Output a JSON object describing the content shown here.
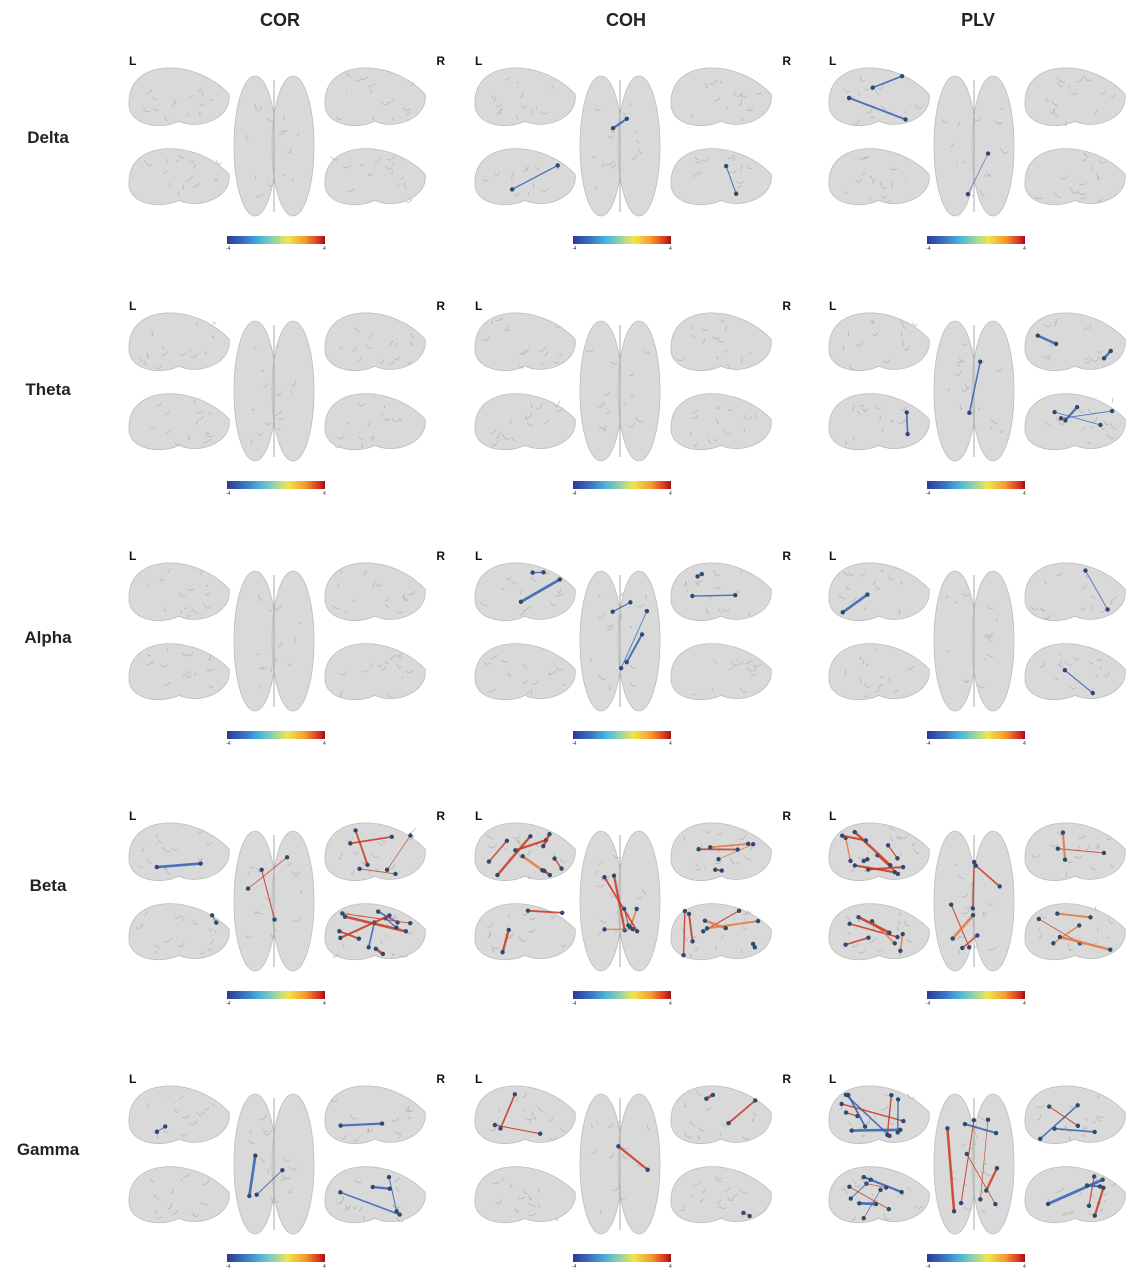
{
  "columns": [
    "COR",
    "COH",
    "PLV"
  ],
  "rows": [
    "Delta",
    "Theta",
    "Alpha",
    "Beta",
    "Gamma"
  ],
  "hemisphere_labels": {
    "left": "L",
    "right": "R"
  },
  "colorbar": {
    "min": "-4",
    "max": "4",
    "colors": [
      "#2b3a93",
      "#3b73c6",
      "#50b8d9",
      "#9fd6a0",
      "#f2e54b",
      "#f39a2e",
      "#d42a22",
      "#8e1612"
    ]
  },
  "edge_colors": {
    "negative": "#2f5fb3",
    "positive": "#c8361f",
    "mixed_positive": "#e2773b"
  },
  "node_color": "#2f4a6e",
  "brain_color": "#d9d9d9",
  "panels": [
    {
      "id": "COR-Delta",
      "edges": "none"
    },
    {
      "id": "COH-Delta",
      "edges": "negative-sparse"
    },
    {
      "id": "PLV-Delta",
      "edges": "negative-sparse"
    },
    {
      "id": "COR-Theta",
      "edges": "none"
    },
    {
      "id": "COH-Theta",
      "edges": "none"
    },
    {
      "id": "PLV-Theta",
      "edges": "negative"
    },
    {
      "id": "COR-Alpha",
      "edges": "none"
    },
    {
      "id": "COH-Alpha",
      "edges": "negative"
    },
    {
      "id": "PLV-Alpha",
      "edges": "negative-sparse"
    },
    {
      "id": "COR-Beta",
      "edges": "mixed"
    },
    {
      "id": "COH-Beta",
      "edges": "positive-dense"
    },
    {
      "id": "PLV-Beta",
      "edges": "positive-dense"
    },
    {
      "id": "COR-Gamma",
      "edges": "negative"
    },
    {
      "id": "COH-Gamma",
      "edges": "positive-sparse"
    },
    {
      "id": "PLV-Gamma",
      "edges": "mixed-dense"
    }
  ]
}
